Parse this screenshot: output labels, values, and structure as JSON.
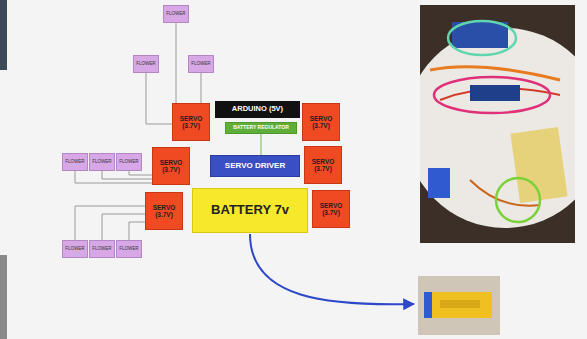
{
  "diagram": {
    "nodes": [
      {
        "text": [
          "FLOWER"
        ]
      },
      {
        "text": [
          "FLOWER"
        ]
      },
      {
        "text": [
          "FLOWER"
        ]
      },
      {
        "text": [
          "SERVO (3.7V)"
        ]
      },
      {
        "text": [
          "ARDUINO (5V)"
        ]
      },
      {
        "text": [
          "SERVO (3.7V)"
        ]
      },
      {
        "text": [
          "BATTERY REGULATOR"
        ]
      },
      {
        "text": [
          "FLOWER"
        ]
      },
      {
        "text": [
          "FLOWER"
        ]
      },
      {
        "text": [
          "FLOWER"
        ]
      },
      {
        "text": [
          "SERVO (3.7V)"
        ]
      },
      {
        "text": [
          "SERVO DRIVER"
        ]
      },
      {
        "text": [
          "SERVO (3.7V)"
        ]
      },
      {
        "text": [
          "SERVO (3.7V)"
        ]
      },
      {
        "text": [
          "BATTERY 7v"
        ]
      },
      {
        "text": [
          "SERVO (3.7V)"
        ]
      },
      {
        "text": [
          "FLOWER"
        ]
      },
      {
        "text": [
          "FLOWER"
        ]
      },
      {
        "text": [
          "FLOWER"
        ]
      }
    ],
    "edges": [
      {
        "from": 1,
        "to": 3,
        "arrow": "none"
      },
      {
        "from": 0,
        "to": 3,
        "arrow": "none"
      },
      {
        "from": 2,
        "to": 3,
        "arrow": "none"
      },
      {
        "from": 6,
        "to": 11,
        "arrow": "none"
      },
      {
        "from": 7,
        "to": 10,
        "arrow": "none"
      },
      {
        "from": 8,
        "to": 10,
        "arrow": "none"
      },
      {
        "from": 9,
        "to": 10,
        "arrow": "none"
      },
      {
        "from": 16,
        "to": 13,
        "arrow": "none"
      },
      {
        "from": 17,
        "to": 13,
        "arrow": "none"
      },
      {
        "from": 18,
        "to": 13,
        "arrow": "none"
      }
    ]
  }
}
